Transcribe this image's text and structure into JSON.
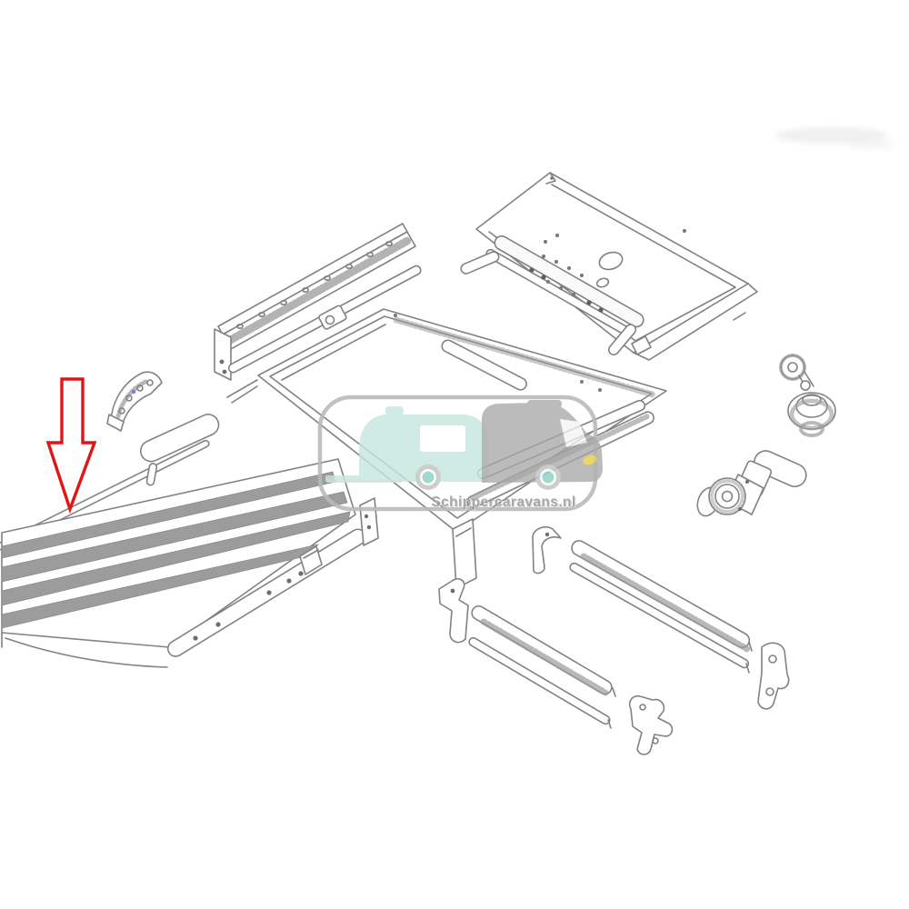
{
  "watermark": {
    "text": "Schippercaravans.nl",
    "text_color": "#9b9b9b",
    "text_shadow_color": "#d9d9d9",
    "border_color": "#b9b9b9",
    "caravan_color": "#c5e6df",
    "van_color": "#a7a7a7",
    "windshield_color": "#f2f4f3",
    "wheel_ring_color": "#c7c7c7",
    "wheel_hub_color": "#96d4c9",
    "headlight_color": "#e7c93e"
  },
  "annotation": {
    "arrow_color": "#e01515"
  },
  "drawing": {
    "background": "#ffffff",
    "line_color": "#828282",
    "tread_color": "#9c9c9c",
    "bolt_color": "#6e6e6e",
    "accent_dot_color": "#7b7bd8",
    "parts": [
      "top-mounting-plate",
      "upper-slide-rail",
      "main-frame-assembly",
      "corner-bracket",
      "step-platform",
      "tread-roller",
      "drive-knob",
      "drive-motor",
      "bottom-rail-right",
      "bottom-rail-left",
      "end-brackets"
    ]
  }
}
